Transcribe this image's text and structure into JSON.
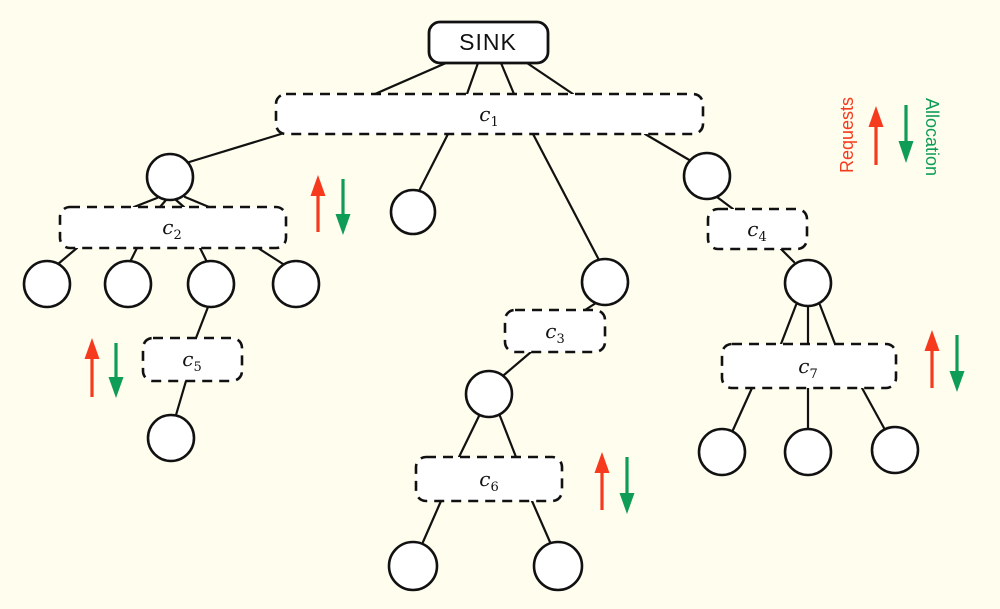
{
  "diagram": {
    "sink_label": "SINK",
    "clusters": [
      {
        "id": "c1",
        "base": "c",
        "sub": "1"
      },
      {
        "id": "c2",
        "base": "c",
        "sub": "2"
      },
      {
        "id": "c3",
        "base": "c",
        "sub": "3"
      },
      {
        "id": "c4",
        "base": "c",
        "sub": "4"
      },
      {
        "id": "c5",
        "base": "c",
        "sub": "5"
      },
      {
        "id": "c6",
        "base": "c",
        "sub": "6"
      },
      {
        "id": "c7",
        "base": "c",
        "sub": "7"
      }
    ],
    "legend": {
      "requests_label": "Requests",
      "allocation_label": "Allocation"
    },
    "colors": {
      "background": "#fffdee",
      "stroke": "#111111",
      "node_fill": "#ffffff",
      "requests": "#f53a1e",
      "allocation": "#0e9c57"
    }
  }
}
